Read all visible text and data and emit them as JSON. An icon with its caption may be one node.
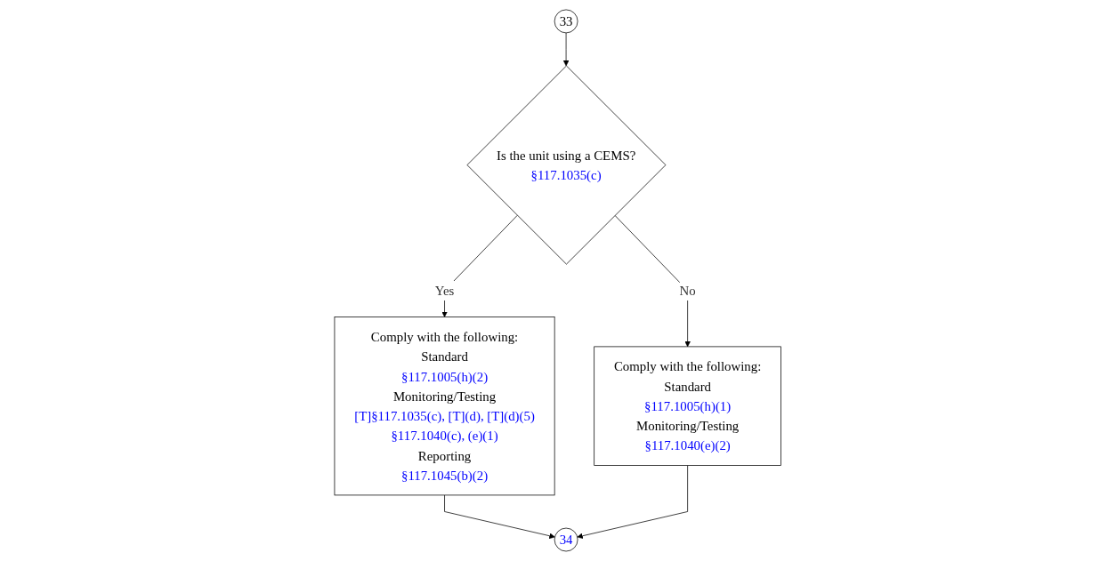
{
  "diagram": {
    "nodes": [
      {
        "text": [
          "33"
        ]
      },
      {
        "text": [
          "Is the unit using a CEMS?",
          "§117.1035(c)"
        ]
      },
      {
        "text": [
          "Comply with the following:",
          "Standard",
          "§117.1005(h)(2)",
          "Monitoring/Testing",
          "[T]§117.1035(c), [T](d), [T](d)(5)",
          "§117.1040(c), (e)(1)",
          "Reporting",
          "§117.1045(b)(2)"
        ]
      },
      {
        "text": [
          "34"
        ]
      },
      {
        "text": [
          "Comply with the following:",
          "Standard",
          "§117.1005(h)(1)",
          "Monitoring/Testing",
          "§117.1040(e)(2)"
        ]
      }
    ],
    "edges": [
      {
        "from": 0,
        "to": 1,
        "arrow": "to"
      },
      {
        "from": 1,
        "to": 2,
        "arrow": "to",
        "label": "Yes"
      },
      {
        "from": 1,
        "to": 4,
        "arrow": "to",
        "label": "No"
      },
      {
        "from": 2,
        "to": 3,
        "arrow": "to"
      },
      {
        "from": 4,
        "to": 3,
        "arrow": "to"
      }
    ]
  }
}
